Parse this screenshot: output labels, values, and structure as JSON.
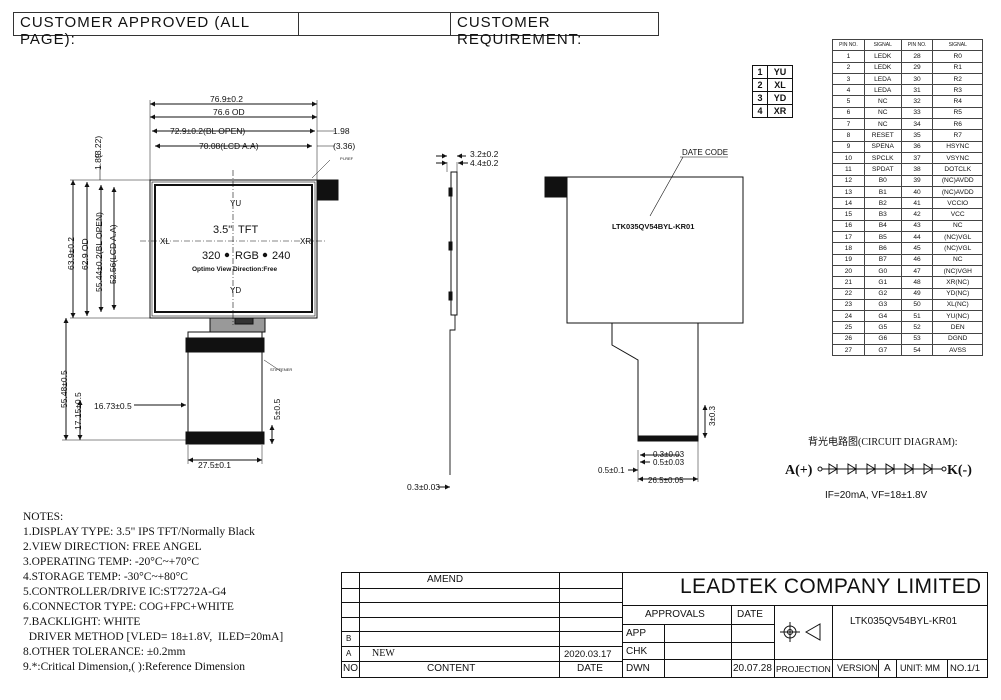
{
  "header": {
    "left_title": "CUSTOMER   APPROVED   (ALL   PAGE):",
    "right_title": "CUSTOMER   REQUIREMENT:"
  },
  "front_view": {
    "dims": {
      "outline_w": "76.9±0.2",
      "od_w": "76.6  OD",
      "bl_open_w": "72.9±0.2(BL OPEN)",
      "lcd_aa_w": "70.08(LCD A.A)",
      "right_a": "1.98",
      "right_b": "(3.36)",
      "top_a": "1.89",
      "top_b": "(3.22)",
      "h_total": "63.9±0.2",
      "h_od": "62.9 OD",
      "h_bl_open": "55.44±0.2(BL OPEN)",
      "h_lcd_aa": "52.56(LCD A.A)",
      "fpc_total": "55.48±0.5",
      "fpc_a": "17.15±0.5",
      "fpc_x": "16.73±0.5",
      "fpc_w": "27.5±0.1",
      "fpc_h": "5±0.5",
      "stiffener_note": "STIFFENER",
      "ref_note": "PI-REF"
    },
    "screen": {
      "yu": "YU",
      "yd": "YD",
      "xl": "XL",
      "xr": "XR",
      "size": "3.5\"",
      "type": "TFT",
      "res_w": "320",
      "res_mid": "RGB",
      "res_h": "240",
      "view": "Optimo View Direction:Free"
    }
  },
  "side_view": {
    "dim_a": "3.2±0.2",
    "dim_b": "4.4±0.2",
    "dim_bottom": "0.3±0.03"
  },
  "back_view": {
    "date_code_label": "DATE CODE",
    "part_no": "LTK035QV54BYL-KR01",
    "dim_fpc_h": "3±0.3",
    "dim_a": "0.3±0.03",
    "dim_b": "0.5±0.03",
    "dim_c": "0.5±0.1",
    "dim_d": "26.5±0.05"
  },
  "touch_pins": [
    {
      "no": "1",
      "sig": "YU"
    },
    {
      "no": "2",
      "sig": "XL"
    },
    {
      "no": "3",
      "sig": "YD"
    },
    {
      "no": "4",
      "sig": "XR"
    }
  ],
  "pin_table": {
    "headers": [
      "PIN NO.",
      "SIGNAL",
      "PIN NO.",
      "SIGNAL"
    ],
    "rows": [
      [
        "1",
        "LEDK",
        "28",
        "R0"
      ],
      [
        "2",
        "LEDK",
        "29",
        "R1"
      ],
      [
        "3",
        "LEDA",
        "30",
        "R2"
      ],
      [
        "4",
        "LEDA",
        "31",
        "R3"
      ],
      [
        "5",
        "NC",
        "32",
        "R4"
      ],
      [
        "6",
        "NC",
        "33",
        "R5"
      ],
      [
        "7",
        "NC",
        "34",
        "R6"
      ],
      [
        "8",
        "RESET",
        "35",
        "R7"
      ],
      [
        "9",
        "SPENA",
        "36",
        "HSYNC"
      ],
      [
        "10",
        "SPCLK",
        "37",
        "VSYNC"
      ],
      [
        "11",
        "SPDAT",
        "38",
        "DOTCLK"
      ],
      [
        "12",
        "B0",
        "39",
        "(NC)AVDD"
      ],
      [
        "13",
        "B1",
        "40",
        "(NC)AVDD"
      ],
      [
        "14",
        "B2",
        "41",
        "VCCIO"
      ],
      [
        "15",
        "B3",
        "42",
        "VCC"
      ],
      [
        "16",
        "B4",
        "43",
        "NC"
      ],
      [
        "17",
        "B5",
        "44",
        "(NC)VGL"
      ],
      [
        "18",
        "B6",
        "45",
        "(NC)VGL"
      ],
      [
        "19",
        "B7",
        "46",
        "NC"
      ],
      [
        "20",
        "G0",
        "47",
        "(NC)VGH"
      ],
      [
        "21",
        "G1",
        "48",
        "XR(NC)"
      ],
      [
        "22",
        "G2",
        "49",
        "YD(NC)"
      ],
      [
        "23",
        "G3",
        "50",
        "XL(NC)"
      ],
      [
        "24",
        "G4",
        "51",
        "YU(NC)"
      ],
      [
        "25",
        "G5",
        "52",
        "DEN"
      ],
      [
        "26",
        "G6",
        "53",
        "DGND"
      ],
      [
        "27",
        "G7",
        "54",
        "AVSS"
      ]
    ]
  },
  "circuit": {
    "title": "背光电路图(CIRCUIT DIAGRAM):",
    "anode": "A(+)",
    "cathode": "K(-)",
    "specs": "IF=20mA,  VF=18±1.8V"
  },
  "notes": {
    "title": "NOTES:",
    "lines": [
      "1.DISPLAY TYPE: 3.5\" IPS TFT/Normally Black",
      "2.VIEW DIRECTION: FREE ANGEL",
      "3.OPERATING TEMP: -20°C~+70°C",
      "4.STORAGE TEMP: -30°C~+80°C",
      "5.CONTROLLER/DRIVE IC:ST7272A-G4",
      "6.CONNECTOR TYPE: COG+FPC+WHITE",
      "7.BACKLIGHT: WHITE",
      "  DRIVER METHOD [VLED= 18±1.8V,  ILED=20mA]",
      "8.OTHER TOLERANCE: ±0.2mm",
      "9.*:Critical Dimension,( ):Reference Dimension"
    ]
  },
  "title_block": {
    "amend": "AMEND",
    "company": "LEADTEK COMPANY LIMITED",
    "approvals": "APPROVALS",
    "date": "DATE",
    "app": "APP",
    "chk": "CHK",
    "dwn": "DWN",
    "dwn_date": "20.07.28",
    "projection": "PROJECTION",
    "part_no": "LTK035QV54BYL-KR01",
    "version_label": "VERSION",
    "version": "A",
    "unit": "UNIT: MM",
    "page_no": "NO.1/1",
    "rev_b": "B",
    "rev_a": "A",
    "rev_a_content": "NEW",
    "rev_a_date": "2020.03.17",
    "col_no": "NO.",
    "col_content": "CONTENT",
    "col_date": "DATE"
  }
}
